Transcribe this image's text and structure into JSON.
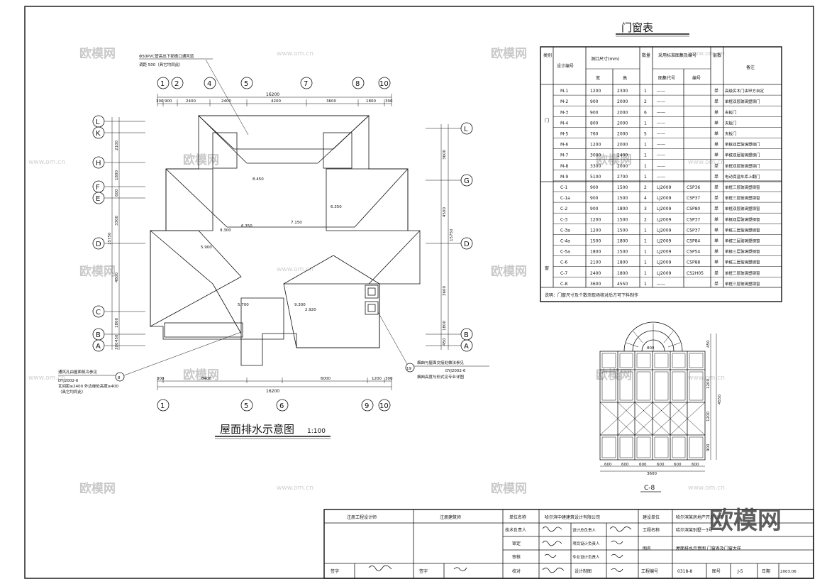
{
  "plan": {
    "title": "屋面排水示意图",
    "scale": "1:100",
    "top_axes": [
      "1",
      "2",
      "4",
      "5",
      "7",
      "8",
      "10"
    ],
    "bottom_axes": [
      "1",
      "5",
      "6",
      "9",
      "10"
    ],
    "left_axes": [
      "L",
      "K",
      "H",
      "F",
      "E",
      "D",
      "C",
      "B",
      "A"
    ],
    "right_axes": [
      "L",
      "G",
      "D",
      "B",
      "A"
    ],
    "top_total": "16200",
    "top_dims": [
      "300",
      "900",
      "2400",
      "2400",
      "4200",
      "3600",
      "1800",
      "300"
    ],
    "bottom_total": "16200",
    "bottom_dims": [
      "300",
      "8400",
      "6000",
      "1200",
      "300"
    ],
    "left_total": "15750",
    "left_dims": [
      "2100",
      "1800",
      "600",
      "3300",
      "4800",
      "1800",
      "450",
      "300"
    ],
    "right_total": "15750",
    "right_dims": [
      "3600",
      "4500",
      "3600",
      "1800",
      "450"
    ],
    "elevations": [
      "8.450",
      "6.350",
      "6.350",
      "7.150",
      "9.300",
      "5.900",
      "5.700",
      "9.300",
      "2.920"
    ],
    "note_top_1": "Φ50PVC管高出下部檐口通风道",
    "note_top_2": "调距 500（具它均同此）",
    "note_left_1": "通风孔由屋面筑冷参见",
    "note_left_2": "DYJ2002-6",
    "note_left_3": "瓦间距≤2400 外边缘处高度≥400",
    "note_left_4": "（具它均同此）",
    "note_right_1": "烟囱与屋面交接处做法参见",
    "note_right_2": "DYJ2002-6",
    "note_right_3": "烟囱高度与形式见专业详图",
    "callout_left": "8",
    "callout_right": "19"
  },
  "door_window_table": {
    "title": "门窗表",
    "headers": {
      "category": "类别",
      "design_no": "设计编号",
      "opening_size": "洞口尺寸(mm)",
      "width": "宽",
      "height": "高",
      "quantity": "数量",
      "std_atlas": "采用标准图集及编号",
      "atlas_code": "图集代号",
      "number": "编号",
      "layer": "层数",
      "remarks": "备注"
    },
    "category_door": "门",
    "category_window": "窗",
    "rows": [
      {
        "id": "M-1",
        "w": "1200",
        "h": "2300",
        "q": "1",
        "code": "——",
        "no": "",
        "layer": "单",
        "note": "高级实木门由甲方自定"
      },
      {
        "id": "M-2",
        "w": "900",
        "h": "2000",
        "q": "2",
        "code": "——",
        "no": "",
        "layer": "单",
        "note": "单框双层玻璃塑钢门"
      },
      {
        "id": "M-3",
        "w": "900",
        "h": "2000",
        "q": "6",
        "code": "——",
        "no": "",
        "layer": "单",
        "note": "夹板门"
      },
      {
        "id": "M-4",
        "w": "800",
        "h": "2000",
        "q": "1",
        "code": "——",
        "no": "",
        "layer": "单",
        "note": "夹板门"
      },
      {
        "id": "M-5",
        "w": "760",
        "h": "2000",
        "q": "5",
        "code": "——",
        "no": "",
        "layer": "单",
        "note": "夹板门"
      },
      {
        "id": "M-6",
        "w": "1200",
        "h": "2000",
        "q": "1",
        "code": "——",
        "no": "",
        "layer": "单",
        "note": "单框双层玻璃塑钢门"
      },
      {
        "id": "M-7",
        "w": "3000",
        "h": "2400",
        "q": "1",
        "code": "——",
        "no": "",
        "layer": "单",
        "note": "单框双层玻璃塑钢门"
      },
      {
        "id": "M-8",
        "w": "3300",
        "h": "2000",
        "q": "1",
        "code": "——",
        "no": "",
        "layer": "单",
        "note": "单框双层玻璃塑钢门"
      },
      {
        "id": "M-9",
        "w": "5100",
        "h": "2700",
        "q": "1",
        "code": "——",
        "no": "",
        "layer": "单",
        "note": "电动保温车库上翻门"
      },
      {
        "id": "C-1",
        "w": "900",
        "h": "1500",
        "q": "2",
        "code": "LJ2009",
        "no": "CSP36",
        "layer": "单",
        "note": "单框三层玻璃塑钢窗"
      },
      {
        "id": "C-1a",
        "w": "900",
        "h": "1500",
        "q": "4",
        "code": "LJ2009",
        "no": "CSP37",
        "layer": "单",
        "note": "单框三层玻璃塑钢窗"
      },
      {
        "id": "C-2",
        "w": "900",
        "h": "1800",
        "q": "3",
        "code": "LJ2009",
        "no": "CSP80",
        "layer": "单",
        "note": "单框双层玻璃塑钢窗"
      },
      {
        "id": "C-3",
        "w": "1200",
        "h": "1500",
        "q": "2",
        "code": "LJ2009",
        "no": "CSP37",
        "layer": "单",
        "note": "单框双层玻璃塑钢窗"
      },
      {
        "id": "C-3a",
        "w": "1200",
        "h": "1500",
        "q": "1",
        "code": "LJ2009",
        "no": "CSP37",
        "layer": "单",
        "note": "单框三层玻璃塑钢窗"
      },
      {
        "id": "C-4a",
        "w": "1500",
        "h": "1800",
        "q": "1",
        "code": "LJ2009",
        "no": "CSP84",
        "layer": "单",
        "note": "单框三层玻璃塑钢窗"
      },
      {
        "id": "C-5a",
        "w": "1800",
        "h": "1500",
        "q": "1",
        "code": "LJ2009",
        "no": "CSP54",
        "layer": "单",
        "note": "单框三层玻璃塑钢窗"
      },
      {
        "id": "C-6",
        "w": "2100",
        "h": "1800",
        "q": "1",
        "code": "LJ2009",
        "no": "CSP88",
        "layer": "单",
        "note": "单框三层玻璃塑钢窗"
      },
      {
        "id": "C-7",
        "w": "2400",
        "h": "1800",
        "q": "1",
        "code": "LJ2009",
        "no": "CS2H05",
        "layer": "单",
        "note": "单框三层玻璃塑钢窗"
      },
      {
        "id": "C-8",
        "w": "3600",
        "h": "4550",
        "q": "1",
        "code": "——",
        "no": "",
        "layer": "单",
        "note": "单框三层玻璃塑钢窗"
      }
    ],
    "footnote": "说明：门窗尺寸及个数须现场核对后方可下料制作"
  },
  "window_detail": {
    "label": "C-8",
    "bottom_dims": [
      "600",
      "600",
      "600",
      "600",
      "600",
      "600"
    ],
    "bottom_total": "3600",
    "right_dims": [
      "450",
      "1200",
      "1200",
      "900"
    ],
    "right_total": "4550",
    "arch_dim": "800"
  },
  "title_block": {
    "reg_engineer": "注册工程设计师",
    "reg_architect": "注册建筑师",
    "unit_name_label": "单位名称",
    "unit_name": "哈尔滨中建建筑设计有限公司",
    "client_label": "建设单位",
    "client": "哈尔滨某房地产开发公司",
    "tech_lead": "技术负责人",
    "design_lead": "设计总负责人",
    "project_label": "工程名称",
    "project": "哈尔滨某别墅一3号",
    "review": "审定",
    "project_design_lead": "项目设计负责人",
    "audit": "审核",
    "discipline_lead": "专业设计负责人",
    "drawing_label": "图名",
    "drawing_name": "屋面排水示意图 门窗表及门窗大样",
    "sign": "签字",
    "check": "校对",
    "designer": "设计制图",
    "project_no_label": "工程编号",
    "project_no": "0318-8",
    "drawing_no_label": "图号",
    "drawing_no": "J-5",
    "date_label": "日期",
    "date": "2003.06"
  },
  "watermarks": {
    "brand": "欧模网",
    "url": "www.om.cn"
  }
}
